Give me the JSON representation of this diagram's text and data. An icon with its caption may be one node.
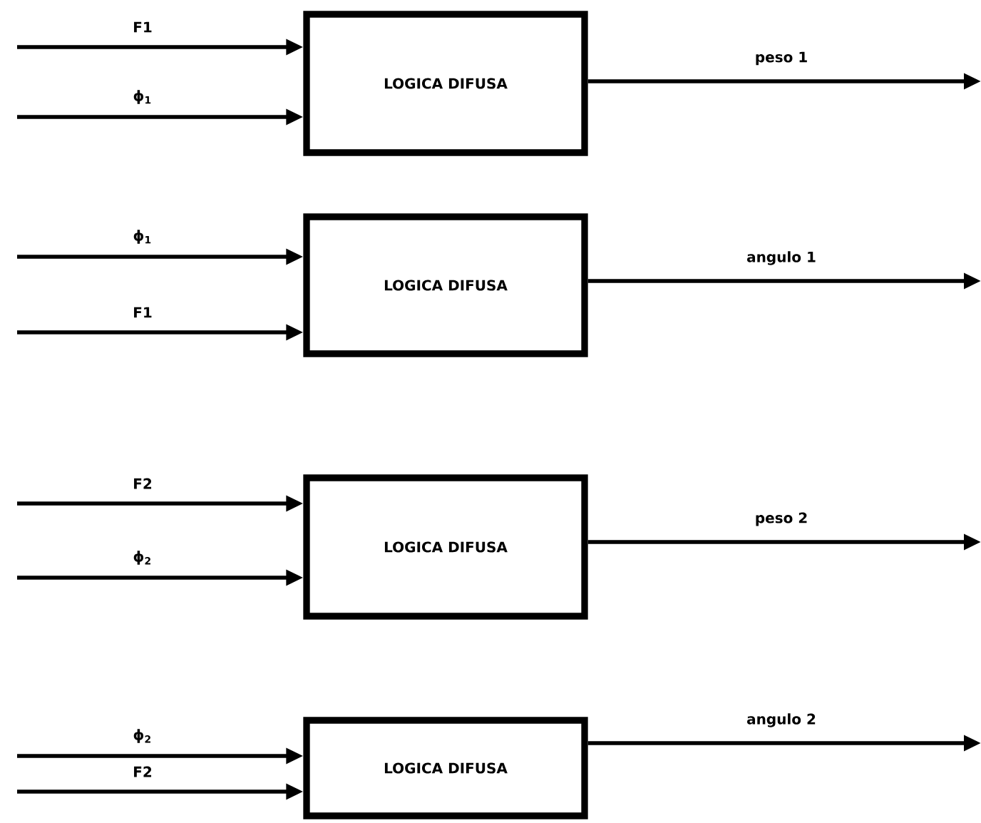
{
  "diagram": {
    "nodes": [
      {
        "text": [
          "LOGICA DIFUSA"
        ]
      },
      {
        "text": [
          "LOGICA DIFUSA"
        ]
      },
      {
        "text": [
          "LOGICA DIFUSA"
        ]
      },
      {
        "text": [
          "LOGICA DIFUSA"
        ]
      }
    ],
    "edges": [
      {
        "from": null,
        "to": 0,
        "arrow": "to",
        "label": "F1"
      },
      {
        "from": null,
        "to": 0,
        "arrow": "to",
        "label": "ϕ$_{1}$"
      },
      {
        "from": 0,
        "to": null,
        "arrow": "to",
        "label": "peso 1"
      },
      {
        "from": null,
        "to": 1,
        "arrow": "to",
        "label": "ϕ$_{1}$"
      },
      {
        "from": null,
        "to": 1,
        "arrow": "to",
        "label": "F1"
      },
      {
        "from": 1,
        "to": null,
        "arrow": "to",
        "label": "angulo 1"
      },
      {
        "from": null,
        "to": 2,
        "arrow": "to",
        "label": "F2"
      },
      {
        "from": null,
        "to": 2,
        "arrow": "to",
        "label": "ϕ$_{2}$"
      },
      {
        "from": 2,
        "to": null,
        "arrow": "to",
        "label": "peso 2"
      },
      {
        "from": null,
        "to": 3,
        "arrow": "to",
        "label": "ϕ$_{2}$"
      },
      {
        "from": null,
        "to": 3,
        "arrow": "to",
        "label": "F2"
      },
      {
        "from": 3,
        "to": null,
        "arrow": "to",
        "label": "angulo 2"
      }
    ]
  }
}
